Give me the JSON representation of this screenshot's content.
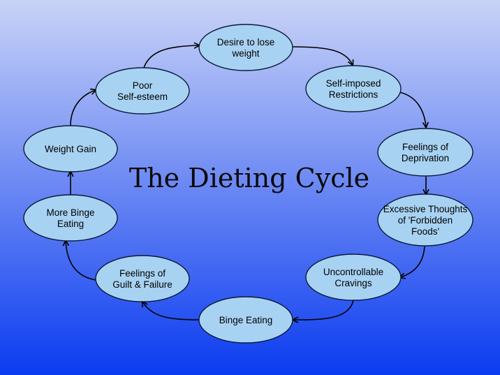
{
  "title": "The Dieting Cycle",
  "colors": {
    "background_top": "#c9d3f7",
    "background_bottom": "#0b3cf0",
    "node_fill": "#a8d2f2",
    "node_stroke": "#0a1a3a",
    "arrow": "#000000"
  },
  "nodes": [
    {
      "id": "desire",
      "lines": [
        "Desire to lose",
        "weight"
      ]
    },
    {
      "id": "restrictions",
      "lines": [
        "Self-imposed",
        "Restrictions"
      ]
    },
    {
      "id": "deprivation",
      "lines": [
        "Feelings of",
        "Deprivation"
      ]
    },
    {
      "id": "forbidden",
      "lines": [
        "Excessive Thoughts",
        "of 'Forbidden",
        "Foods'"
      ]
    },
    {
      "id": "cravings",
      "lines": [
        "Uncontrollable",
        "Cravings"
      ]
    },
    {
      "id": "binge",
      "lines": [
        "Binge Eating"
      ]
    },
    {
      "id": "guilt",
      "lines": [
        "Feelings of",
        "Guilt & Failure"
      ]
    },
    {
      "id": "more-binge",
      "lines": [
        "More Binge",
        "Eating"
      ]
    },
    {
      "id": "weight-gain",
      "lines": [
        "Weight Gain"
      ]
    },
    {
      "id": "self-esteem",
      "lines": [
        "Poor",
        "Self-esteem"
      ]
    }
  ],
  "edges": [
    {
      "from": "desire",
      "to": "restrictions"
    },
    {
      "from": "restrictions",
      "to": "deprivation"
    },
    {
      "from": "deprivation",
      "to": "forbidden"
    },
    {
      "from": "forbidden",
      "to": "cravings"
    },
    {
      "from": "cravings",
      "to": "binge"
    },
    {
      "from": "binge",
      "to": "guilt"
    },
    {
      "from": "guilt",
      "to": "more-binge"
    },
    {
      "from": "more-binge",
      "to": "weight-gain"
    },
    {
      "from": "weight-gain",
      "to": "self-esteem"
    },
    {
      "from": "self-esteem",
      "to": "desire"
    }
  ]
}
